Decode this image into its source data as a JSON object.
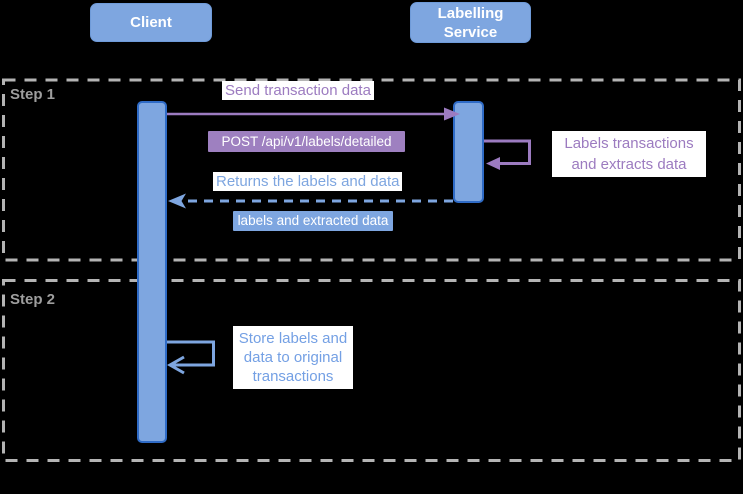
{
  "canvas": {
    "background": "#000000"
  },
  "colors": {
    "node_fill": "#7EA6E0",
    "node_border": "#2F6BC6",
    "purple_accent": "#9C7BC0",
    "blue_text": "#7EA6E0",
    "frame_dash_gray": "#B4B4B4",
    "step_label_gray": "#9E9E9E",
    "label_background": "#FFFFFF"
  },
  "actors": [
    {
      "label": "Client"
    },
    {
      "label": "Labelling\nService"
    }
  ],
  "frames": [
    {
      "label": "Step 1"
    },
    {
      "label": "Step 2"
    }
  ],
  "messages": {
    "send": {
      "label": "Send transaction data"
    },
    "post": {
      "label": "POST /api/v1/labels/detailed"
    },
    "ls_note": {
      "label": "Labels transactions\nand extracts data"
    },
    "returns": {
      "label": "Returns the labels and data"
    },
    "extracted": {
      "label": "labels and extracted data"
    },
    "store_note": {
      "label": "Store labels and\ndata to original\ntransactions"
    }
  }
}
